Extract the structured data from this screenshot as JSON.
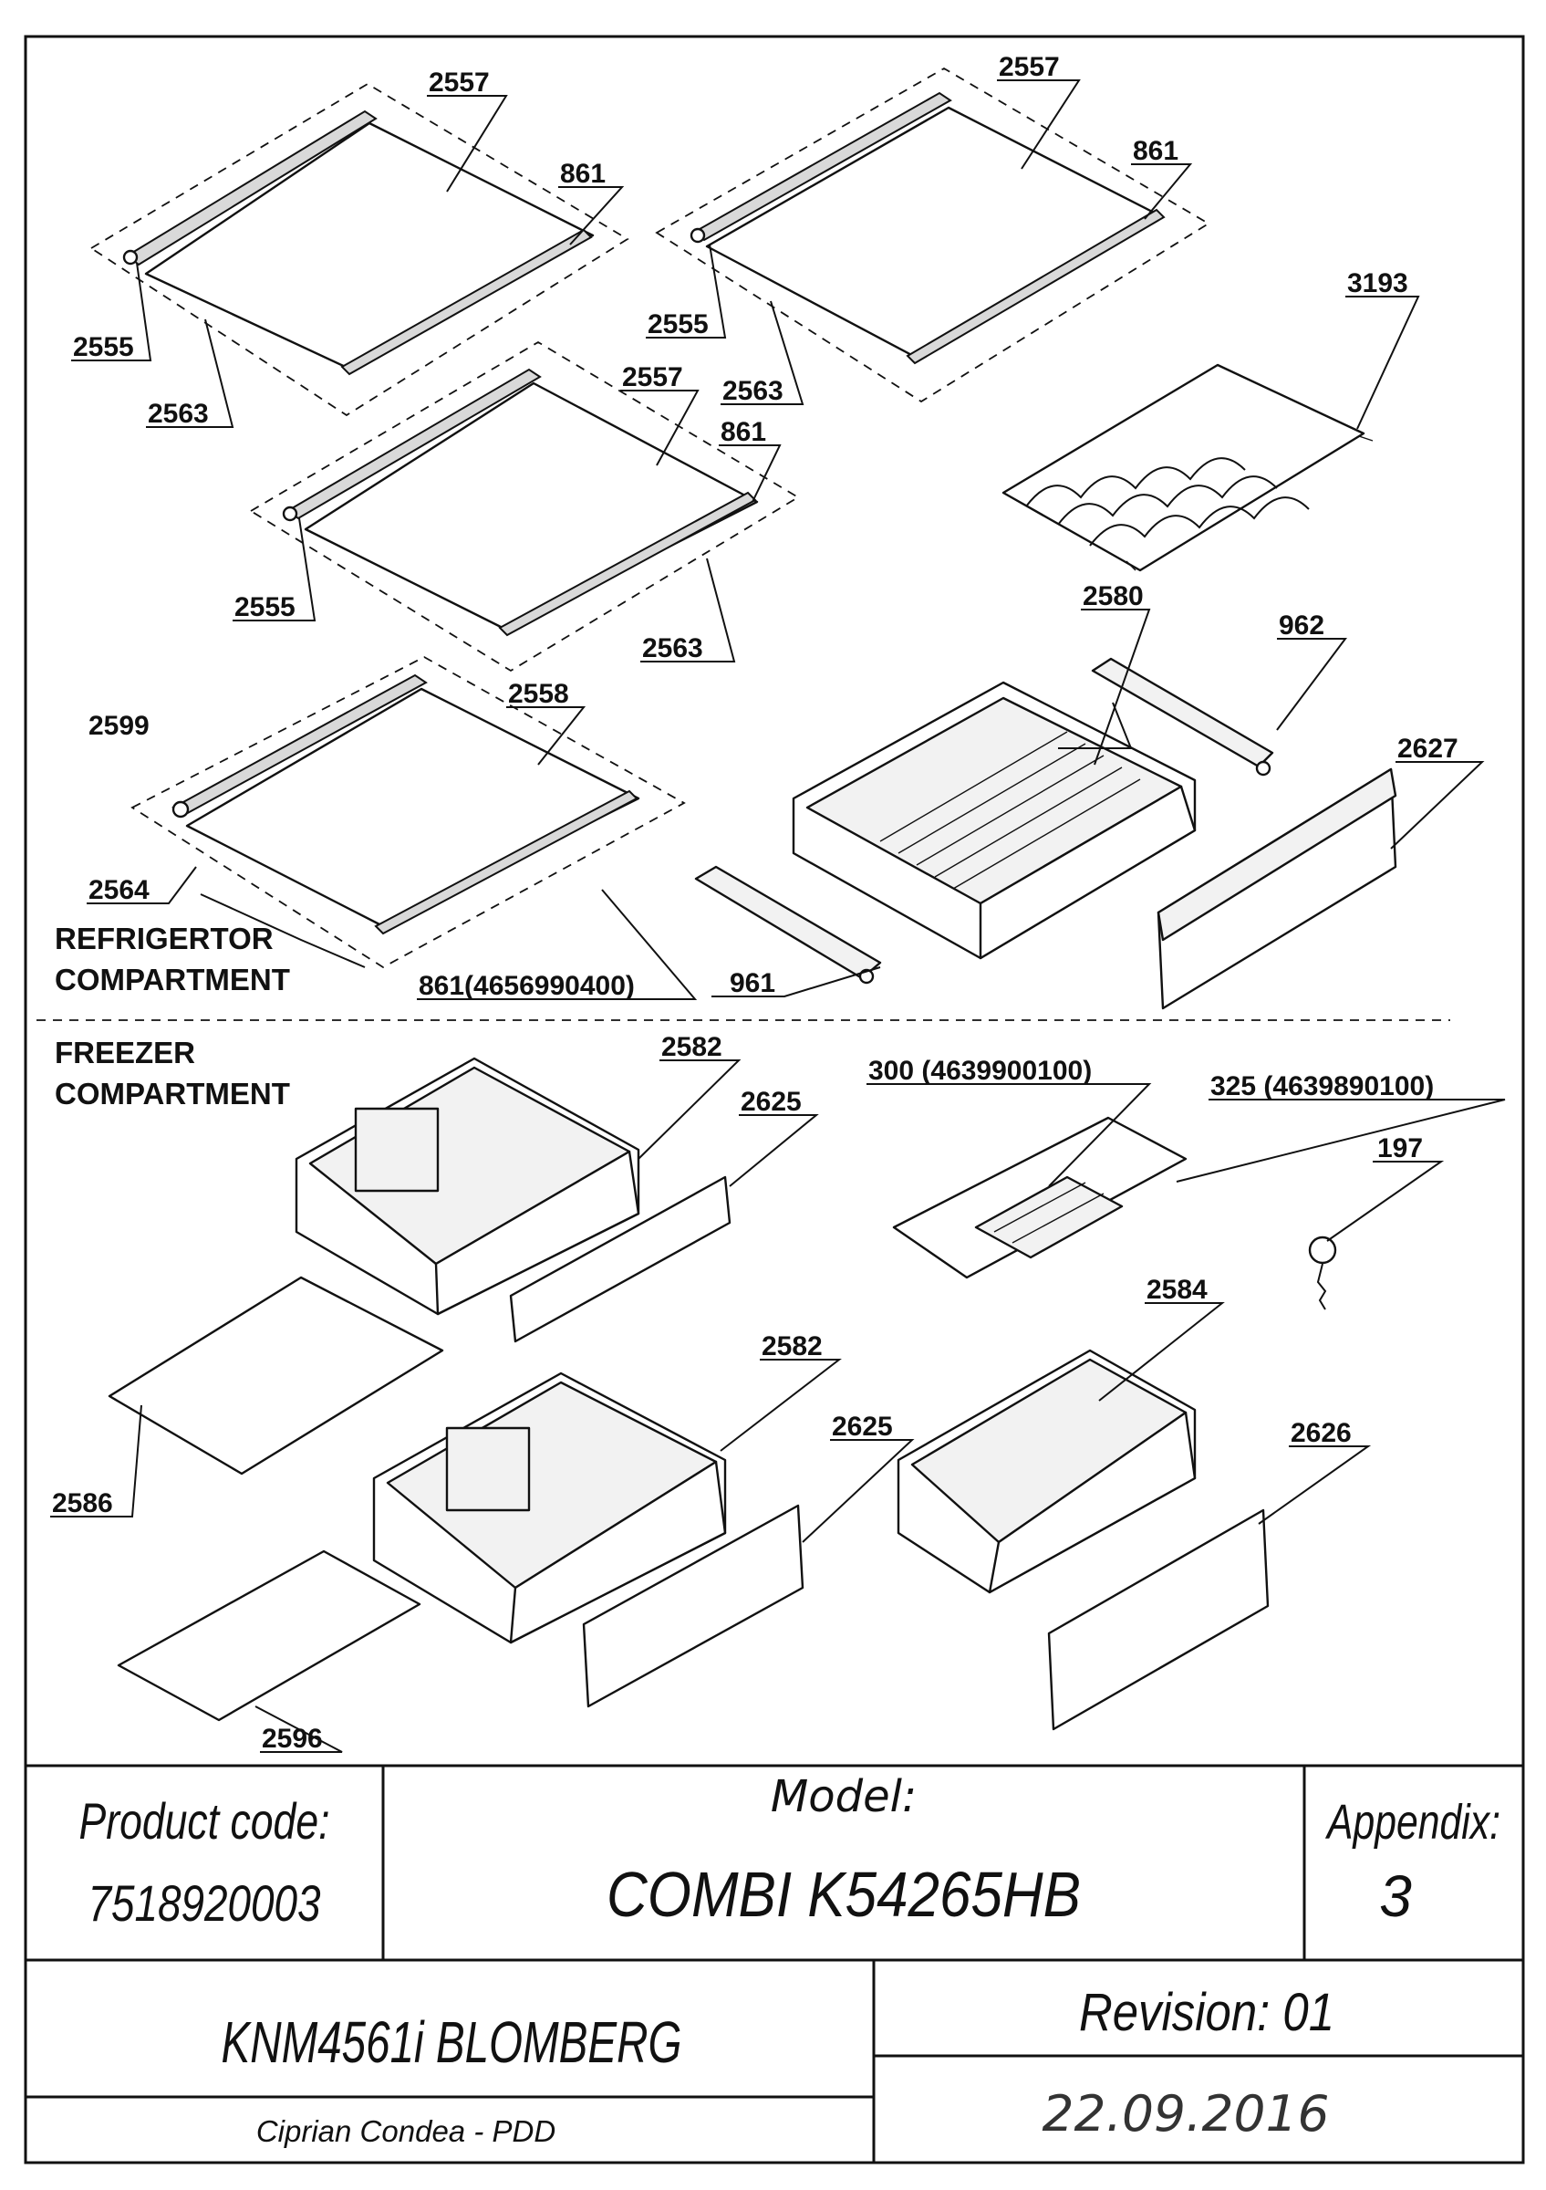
{
  "callouts": [
    {
      "id": "c1",
      "text": "2557"
    },
    {
      "id": "c2",
      "text": "861"
    },
    {
      "id": "c3",
      "text": "2555"
    },
    {
      "id": "c4",
      "text": "2563"
    },
    {
      "id": "c5",
      "text": "2557"
    },
    {
      "id": "c6",
      "text": "861"
    },
    {
      "id": "c7",
      "text": "2555"
    },
    {
      "id": "c8",
      "text": "2563"
    },
    {
      "id": "c9",
      "text": "3193"
    },
    {
      "id": "c10",
      "text": "2557"
    },
    {
      "id": "c11",
      "text": "861"
    },
    {
      "id": "c12",
      "text": "2555"
    },
    {
      "id": "c13",
      "text": "2563"
    },
    {
      "id": "c14",
      "text": "2580"
    },
    {
      "id": "c15",
      "text": "962"
    },
    {
      "id": "c16",
      "text": "2599"
    },
    {
      "id": "c17",
      "text": "2558"
    },
    {
      "id": "c18",
      "text": "2627"
    },
    {
      "id": "c19",
      "text": "2564"
    },
    {
      "id": "c20",
      "text": "861(4656990400)"
    },
    {
      "id": "c21",
      "text": "961"
    },
    {
      "id": "c22",
      "text": "2582"
    },
    {
      "id": "c23",
      "text": "300 (4639900100)"
    },
    {
      "id": "c24",
      "text": "325 (4639890100)"
    },
    {
      "id": "c25",
      "text": "2625"
    },
    {
      "id": "c26",
      "text": "197"
    },
    {
      "id": "c27",
      "text": "2584"
    },
    {
      "id": "c28",
      "text": "2582"
    },
    {
      "id": "c29",
      "text": "2625"
    },
    {
      "id": "c30",
      "text": "2626"
    },
    {
      "id": "c31",
      "text": "2586"
    },
    {
      "id": "c32",
      "text": "2596"
    }
  ],
  "sections": {
    "refrigerator_line1": "REFRIGERTOR",
    "refrigerator_line2": "COMPARTMENT",
    "freezer_line1": "FREEZER",
    "freezer_line2": "COMPARTMENT"
  },
  "title_block": {
    "product_code_label": "Product code:",
    "product_code_value": "7518920003",
    "model_label": "Model:",
    "model_value": "COMBI K54265HB",
    "appendix_label": "Appendix:",
    "appendix_value": "3",
    "product_name": "KNM4561i BLOMBERG",
    "revision": "Revision: 01",
    "author": "Ciprian Condea - PDD",
    "date": "22.09.2016"
  }
}
